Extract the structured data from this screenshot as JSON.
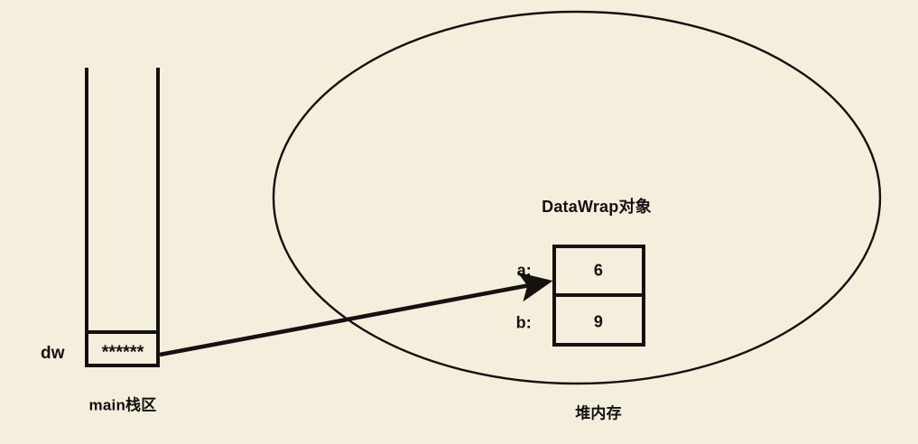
{
  "diagram": {
    "background_color": "#f4eedc",
    "stroke_color": "#141110",
    "stack": {
      "region_label": "main栈区",
      "variable_label": "dw",
      "variable_value": "******"
    },
    "heap": {
      "region_label": "堆内存",
      "object_title": "DataWrap对象",
      "fields": [
        {
          "name": "a:",
          "value": "6"
        },
        {
          "name": "b:",
          "value": "9"
        }
      ]
    },
    "reference_arrow": {
      "from": "dw",
      "to": "DataWrap对象"
    }
  }
}
